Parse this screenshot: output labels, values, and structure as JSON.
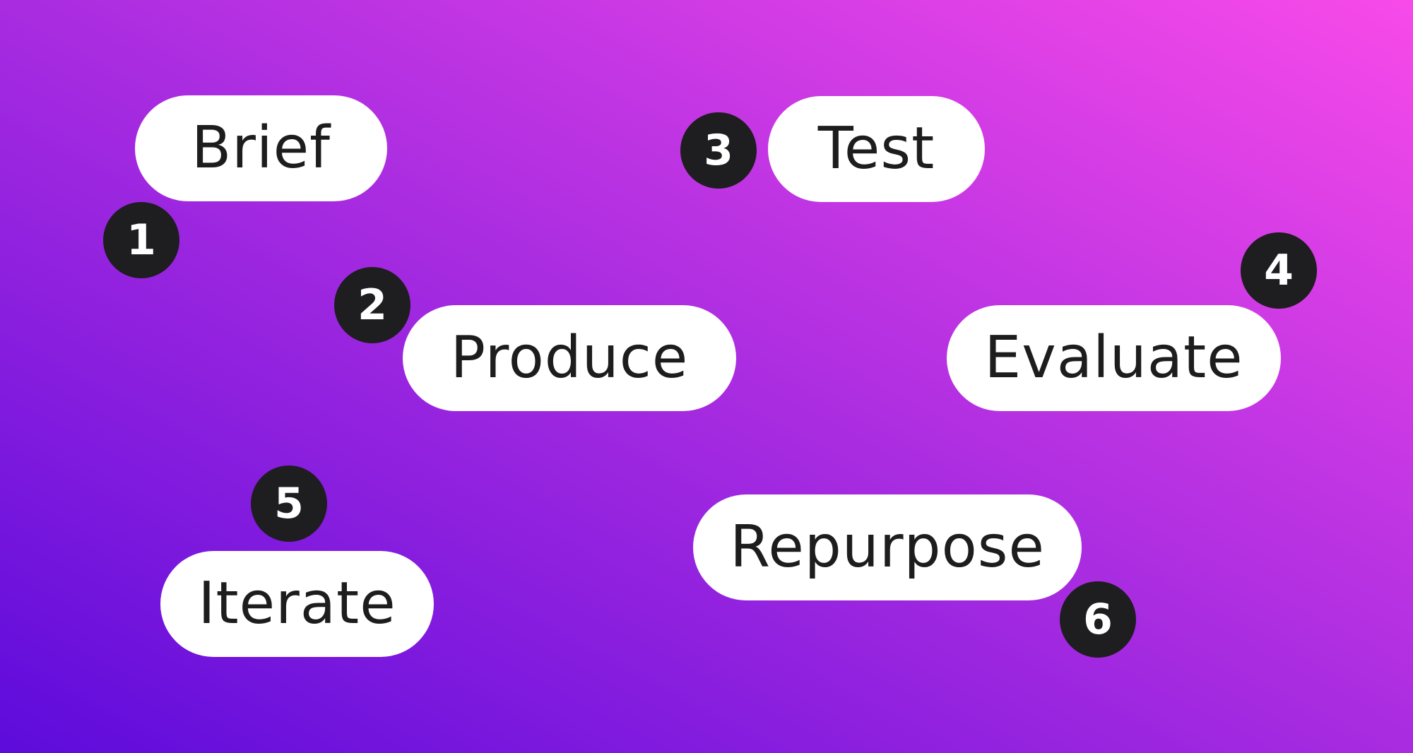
{
  "steps": [
    {
      "number": "1",
      "label": "Brief"
    },
    {
      "number": "2",
      "label": "Produce"
    },
    {
      "number": "3",
      "label": "Test"
    },
    {
      "number": "4",
      "label": "Evaluate"
    },
    {
      "number": "5",
      "label": "Iterate"
    },
    {
      "number": "6",
      "label": "Repurpose"
    }
  ],
  "colors": {
    "gradient_top_right": "#f84ae9",
    "gradient_bottom_left": "#5d0bdb",
    "pill_background": "#ffffff",
    "pill_text": "#1d1d1d",
    "badge_background": "#1e1d1f",
    "badge_text": "#ffffff"
  }
}
